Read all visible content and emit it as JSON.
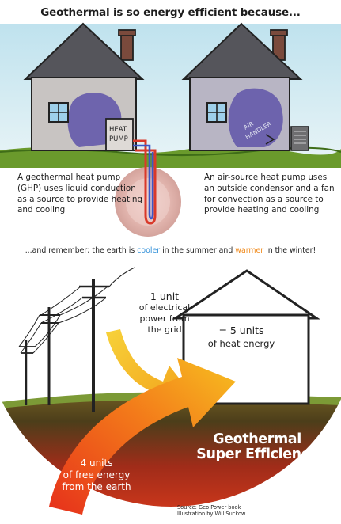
{
  "title": "Geothermal is so energy efficient because...",
  "house_left": {
    "label_line1": "HEAT",
    "label_line2": "PUMP"
  },
  "house_right": {
    "label_line1": "AIR",
    "label_line2": "HANDLER"
  },
  "ghp_description": "A geothermal heat pump (GHP) uses liquid conduction as a source to provide heating and cooling",
  "ashp_description": "An air-source heat pump uses an outside condensor and a fan for convection as a source to provide heating and cooling",
  "remember": {
    "prefix": "...and remember; the earth is ",
    "cooler": "cooler",
    "middle": " in the summer and ",
    "warmer": "warmer",
    "suffix": " in the winter!"
  },
  "colors": {
    "cooler": "#2f8fd8",
    "warmer": "#f08a1c",
    "earth_dark": "#4a3a18",
    "arrow_yellow": "#f6c41e",
    "arrow_red": "#e8381c"
  },
  "grid_arrow": {
    "line1": "1 unit",
    "line2": "of electrical",
    "line3": "power from",
    "line4": "the grid"
  },
  "heat_output": {
    "line1": "= 5 units",
    "line2": "of heat energy"
  },
  "super_title": {
    "line1": "Geothermal",
    "line2": "Super Efficiency"
  },
  "earth_arrow": {
    "line1": "4 units",
    "line2": "of free energy",
    "line3": "from the earth"
  },
  "credits": {
    "source": "Source: Geo Power book",
    "illustrator": "Illustration by Will Suckow"
  }
}
